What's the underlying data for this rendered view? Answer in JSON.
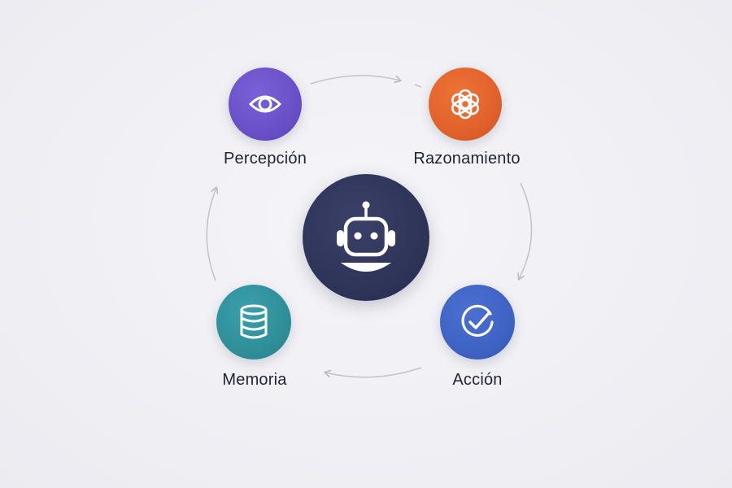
{
  "diagram": {
    "center": {
      "icon": "robot-icon",
      "color": "#2f3559"
    },
    "nodes": [
      {
        "id": "perception",
        "label": "Percepción",
        "icon": "eye-icon",
        "color": "#6a4fc8"
      },
      {
        "id": "reasoning",
        "label": "Razonamiento",
        "icon": "openai-knot-icon",
        "color": "#e0622b"
      },
      {
        "id": "action",
        "label": "Acción",
        "icon": "check-circle-icon",
        "color": "#3f63c4"
      },
      {
        "id": "memory",
        "label": "Memoria",
        "icon": "database-icon",
        "color": "#2f8f9a"
      }
    ],
    "cycle_direction": "clockwise",
    "arrow_color": "#bfc0c8"
  }
}
